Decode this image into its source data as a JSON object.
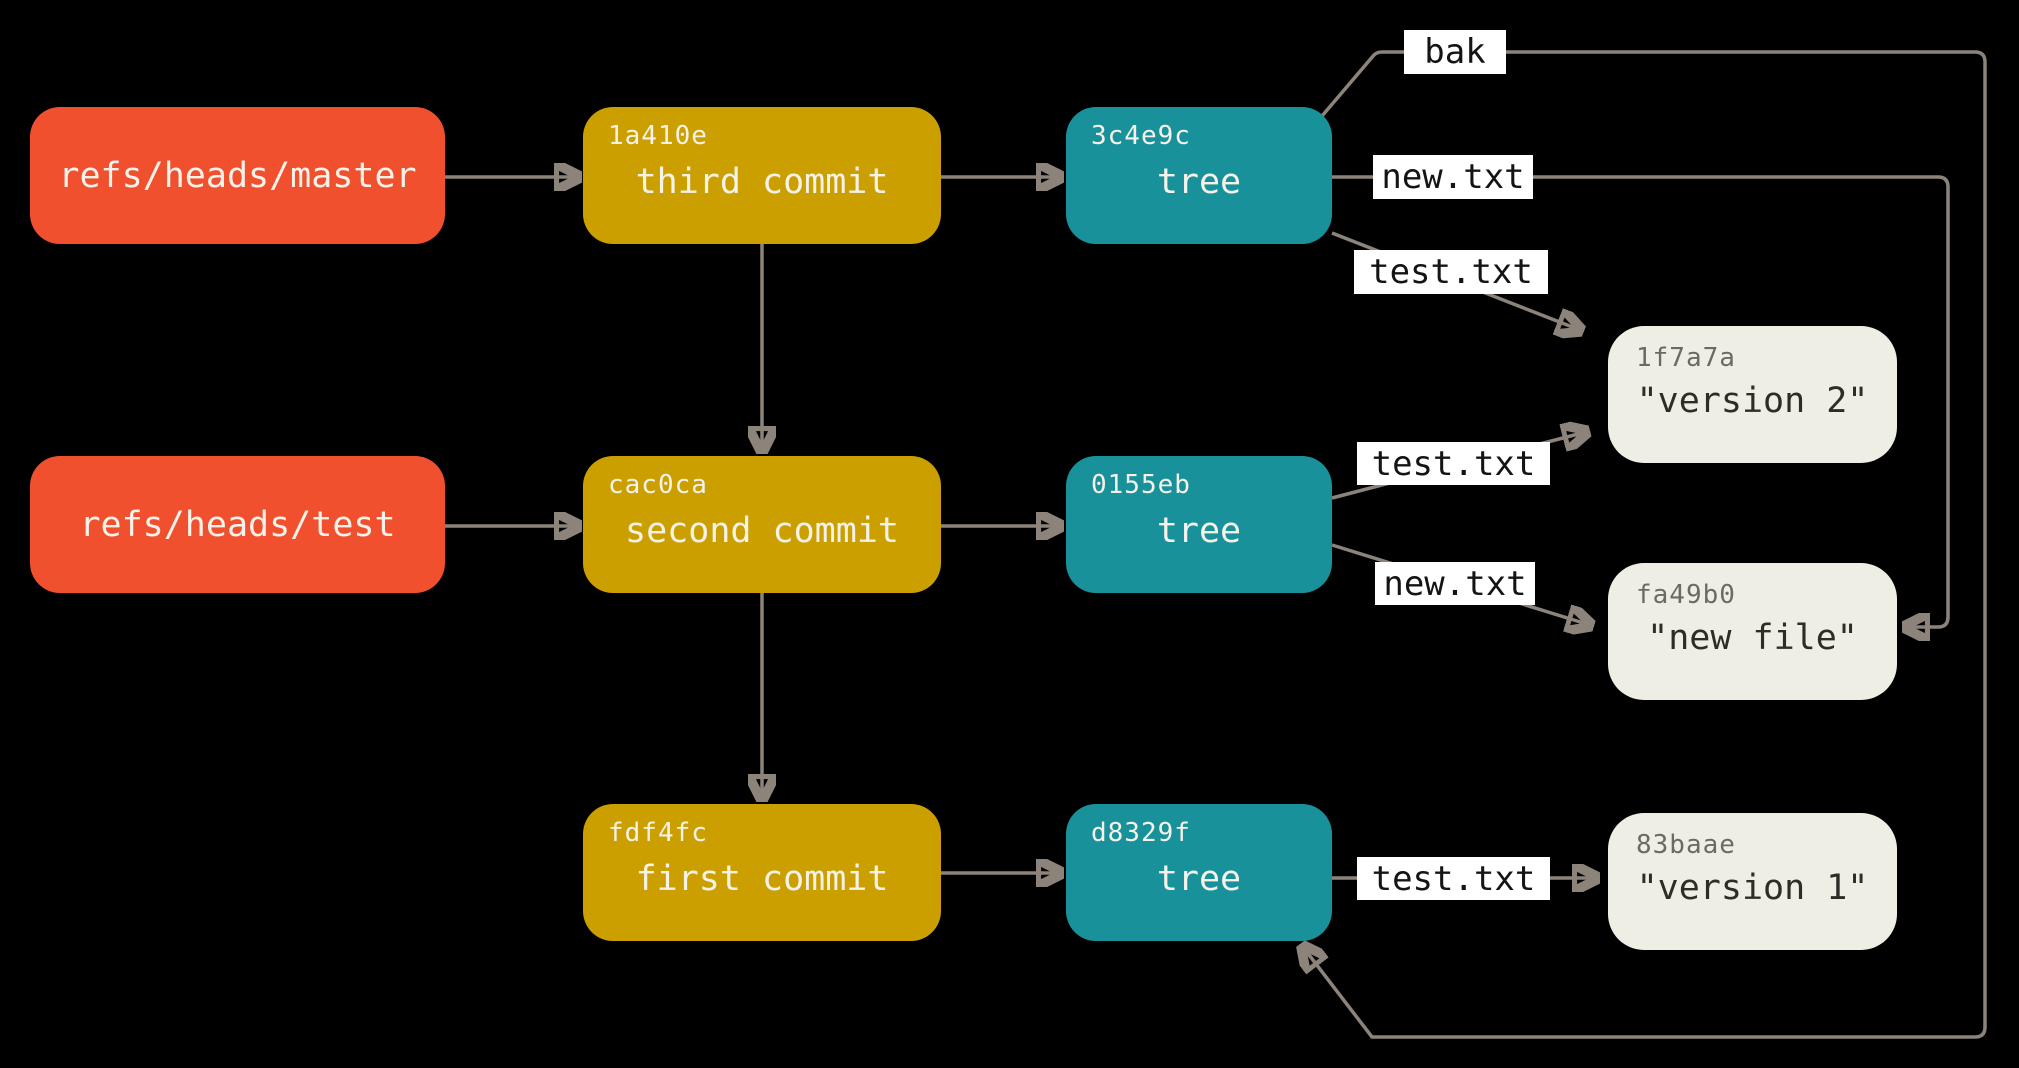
{
  "diagram": {
    "colors": {
      "ref": "#f1502f",
      "commit": "#cb9f00",
      "tree": "#18919b",
      "blob": "#efeee5",
      "edge": "#8c847b",
      "label_bg": "#ffffff",
      "label_text": "#141414",
      "box_text": "#f5f2e9",
      "blob_hash": "#6e6a62",
      "blob_text": "#2e2c27",
      "background": "#000000"
    },
    "nodes": {
      "refs": [
        {
          "label": "refs/heads/master"
        },
        {
          "label": "refs/heads/test"
        }
      ],
      "commits": [
        {
          "hash": "1a410e",
          "label": "third commit"
        },
        {
          "hash": "cac0ca",
          "label": "second commit"
        },
        {
          "hash": "fdf4fc",
          "label": "first commit"
        }
      ],
      "trees": [
        {
          "hash": "3c4e9c",
          "label": "tree"
        },
        {
          "hash": "0155eb",
          "label": "tree"
        },
        {
          "hash": "d8329f",
          "label": "tree"
        }
      ],
      "blobs": [
        {
          "hash": "1f7a7a",
          "label": "\"version 2\""
        },
        {
          "hash": "fa49b0",
          "label": "\"new file\""
        },
        {
          "hash": "83baae",
          "label": "\"version 1\""
        }
      ]
    },
    "edge_labels": {
      "bak": "bak",
      "new_txt_1": "new.txt",
      "test_txt_1": "test.txt",
      "test_txt_2": "test.txt",
      "new_txt_2": "new.txt",
      "test_txt_3": "test.txt"
    }
  }
}
